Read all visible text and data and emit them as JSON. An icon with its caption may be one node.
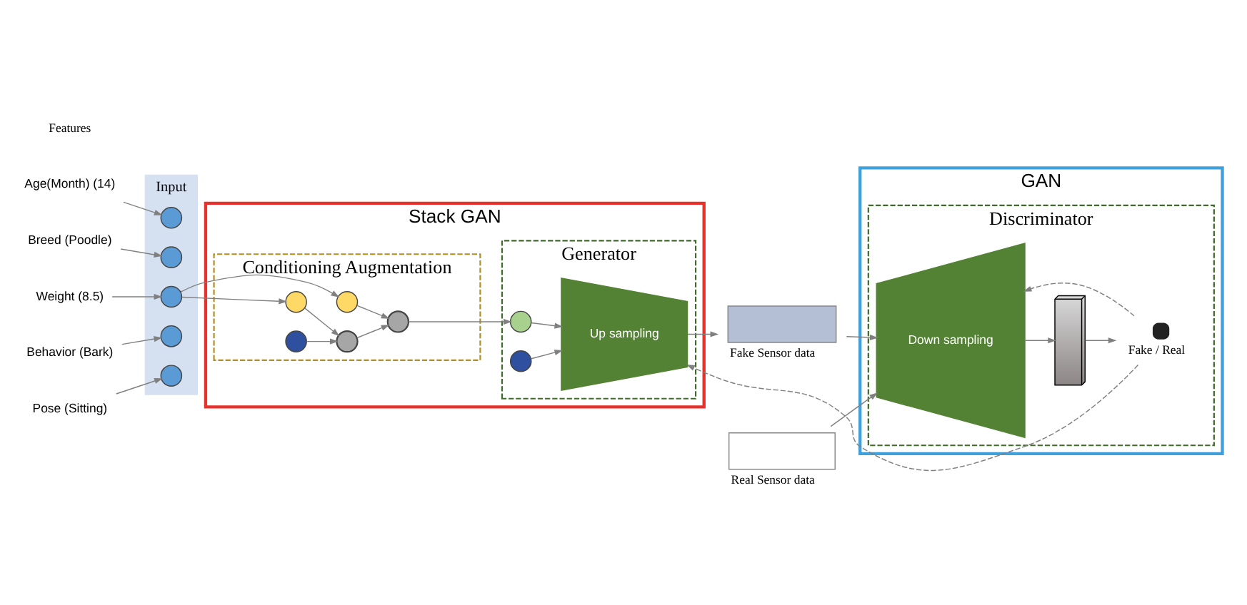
{
  "diagram": {
    "nodes": [
      {
        "text": [
          "Age(Month) (14)"
        ]
      },
      {
        "text": [
          "Breed (Poodle)"
        ]
      },
      {
        "text": [
          "Weight (8.5)"
        ]
      },
      {
        "text": [
          "Behavior (Bark)"
        ]
      },
      {
        "text": [
          "Pose (Sitting)"
        ]
      },
      {
        "text": [
          "Input"
        ]
      },
      {
        "text": [],
        "shape": "circle",
        "in": 5
      },
      {
        "text": [],
        "shape": "circle",
        "in": 5
      },
      {
        "text": [],
        "shape": "circle",
        "in": 5
      },
      {
        "text": [],
        "shape": "circle",
        "in": 5
      },
      {
        "text": [],
        "shape": "circle",
        "in": 5
      },
      {
        "text": [
          "Stack GAN"
        ]
      },
      {
        "text": [
          "Conditioning Augmentation"
        ],
        "in": 11
      },
      {
        "text": [],
        "shape": "circle",
        "in": 12
      },
      {
        "text": [],
        "shape": "circle",
        "in": 12
      },
      {
        "text": [],
        "shape": "circle",
        "in": 12
      },
      {
        "text": [],
        "shape": "circle",
        "in": 12
      },
      {
        "text": [],
        "shape": "circle",
        "in": 12
      },
      {
        "text": [
          "Generator"
        ],
        "in": 11
      },
      {
        "text": [],
        "shape": "circle",
        "in": 18
      },
      {
        "text": [],
        "shape": "circle",
        "in": 18
      },
      {
        "text": [
          "Up sampling"
        ],
        "in": 18
      },
      {
        "text": [
          "Fake Sensor data"
        ]
      },
      {
        "text": [
          "Real Sensor data"
        ]
      },
      {
        "text": [
          "GAN"
        ]
      },
      {
        "text": [
          "Discriminator"
        ],
        "in": 24
      },
      {
        "text": [
          "Down sampling"
        ],
        "in": 25
      },
      {
        "text": [],
        "shape": "bar",
        "in": 25
      },
      {
        "text": [
          "Fake / Real"
        ],
        "in": 25
      }
    ],
    "edges": [
      {
        "from": 0,
        "to": 6,
        "arrow": "to"
      },
      {
        "from": 1,
        "to": 7,
        "arrow": "to"
      },
      {
        "from": 2,
        "to": 8,
        "arrow": "to"
      },
      {
        "from": 3,
        "to": 9,
        "arrow": "to"
      },
      {
        "from": 4,
        "to": 10,
        "arrow": "to"
      },
      {
        "from": 8,
        "to": 13,
        "arrow": "to"
      },
      {
        "from": 8,
        "to": 14,
        "arrow": "to"
      },
      {
        "from": 13,
        "to": 15,
        "arrow": "to"
      },
      {
        "from": 14,
        "to": 16,
        "arrow": "to"
      },
      {
        "from": 17,
        "to": 16,
        "arrow": "to"
      },
      {
        "from": 16,
        "to": 15,
        "arrow": "to"
      },
      {
        "from": 15,
        "to": 19,
        "arrow": "to"
      },
      {
        "from": 19,
        "to": 21,
        "arrow": "to"
      },
      {
        "from": 20,
        "to": 21,
        "arrow": "to"
      },
      {
        "from": 21,
        "to": 22,
        "arrow": "to"
      },
      {
        "from": 22,
        "to": 26,
        "arrow": "to"
      },
      {
        "from": 23,
        "to": 26,
        "arrow": "to"
      },
      {
        "from": 26,
        "to": 27,
        "arrow": "to"
      },
      {
        "from": 27,
        "to": 28,
        "arrow": "to"
      },
      {
        "from": 28,
        "to": 26,
        "arrow": "to",
        "style": "dashed"
      },
      {
        "from": 28,
        "to": 21,
        "arrow": "to",
        "style": "dashed"
      }
    ],
    "labels": [
      "Features"
    ]
  }
}
